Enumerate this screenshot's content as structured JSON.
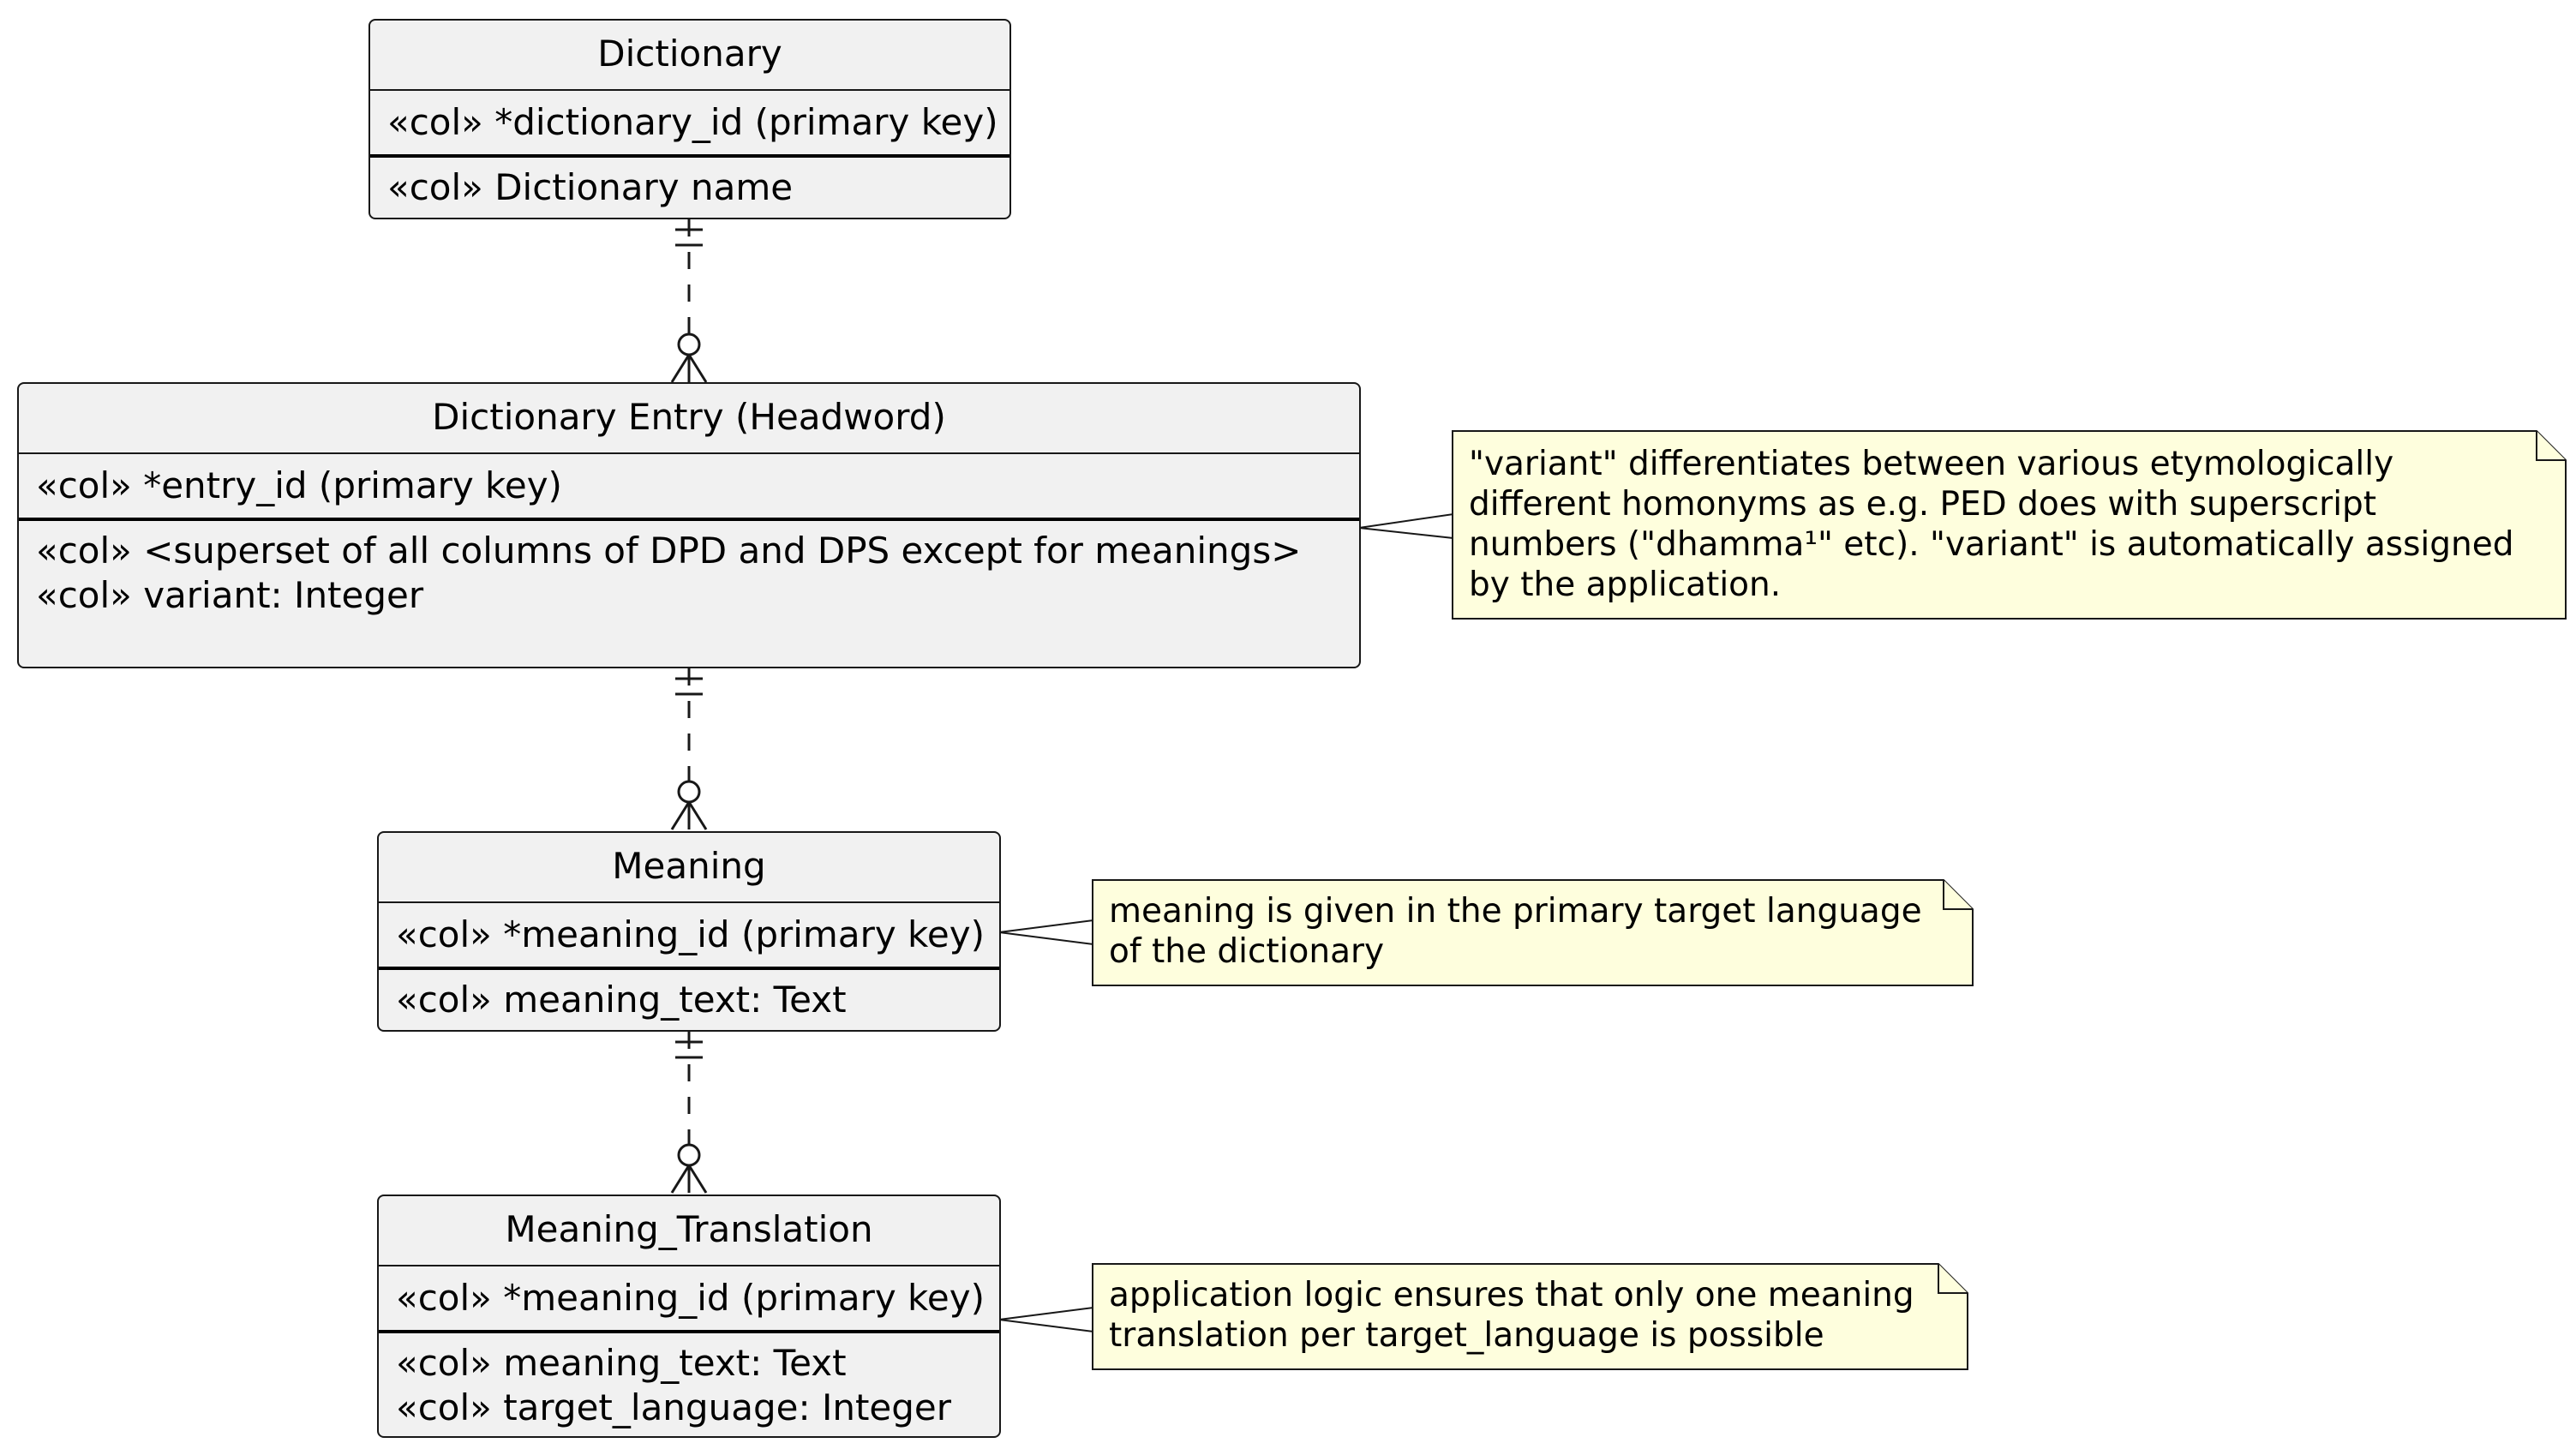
{
  "colors": {
    "entity_fill": "#f1f1f1",
    "note_fill": "#fefedd",
    "stroke": "#181818"
  },
  "entities": {
    "dictionary": {
      "title": "Dictionary",
      "key": "«col» *dictionary_id (primary key)",
      "fields": [
        "«col» Dictionary name"
      ]
    },
    "entry": {
      "title": "Dictionary Entry (Headword)",
      "key": "«col» *entry_id (primary key)",
      "fields": [
        "«col» <superset of all columns of DPD and DPS except for meanings>",
        "«col» variant: Integer"
      ]
    },
    "meaning": {
      "title": "Meaning",
      "key": "«col» *meaning_id (primary key)",
      "fields": [
        "«col» meaning_text: Text"
      ]
    },
    "translation": {
      "title": "Meaning_Translation",
      "key": "«col» *meaning_id (primary key)",
      "fields": [
        "«col» meaning_text: Text",
        "«col» target_language: Integer"
      ]
    }
  },
  "notes": {
    "variant": [
      "\"variant\" differentiates between various etymologically",
      "different homonyms as e.g. PED does with superscript",
      "numbers (\"dhamma¹\" etc). \"variant\" is automatically assigned",
      "by the application."
    ],
    "meaning": [
      "meaning is given in the primary target language",
      "of the dictionary"
    ],
    "translation": [
      "application logic ensures that only one meaning",
      "translation per target_language is possible"
    ]
  },
  "relationships": [
    {
      "from": "Dictionary",
      "to": "Dictionary Entry (Headword)",
      "from_card": "exactly-one",
      "to_card": "zero-or-many"
    },
    {
      "from": "Dictionary Entry (Headword)",
      "to": "Meaning",
      "from_card": "exactly-one",
      "to_card": "zero-or-many"
    },
    {
      "from": "Meaning",
      "to": "Meaning_Translation",
      "from_card": "exactly-one",
      "to_card": "zero-or-many"
    }
  ]
}
